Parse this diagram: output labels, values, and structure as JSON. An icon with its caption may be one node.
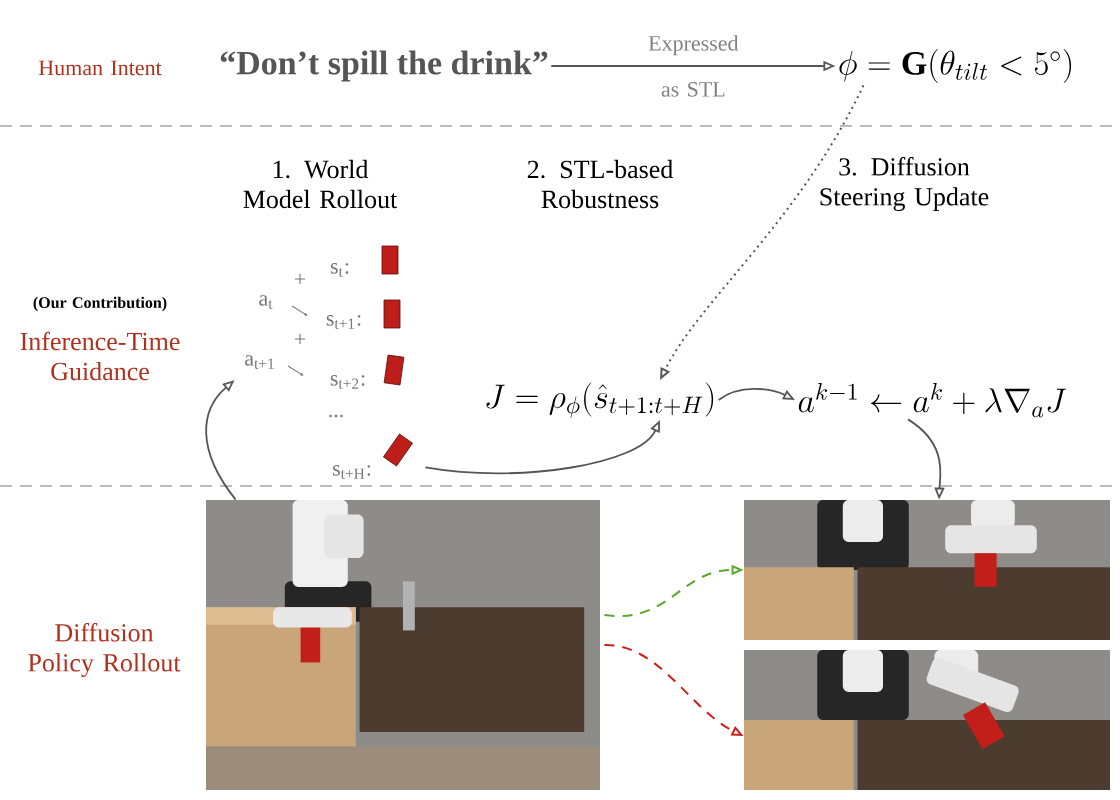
{
  "diagram": {
    "nodes": [
      {
        "text": [
          "“Don’t spill the drink”"
        ]
      },
      {
        "text": [
          "\\phi = \\mathbf{G}(\\theta_{tilt} < 5^{\\circ})"
        ]
      },
      {
        "text": [
          "s$_{t}$:",
          "+",
          "a$_{t}$",
          "s$_{t+1}$:",
          "+",
          "a$_{t+1}$",
          "s$_{t+2}$:",
          "...",
          "s$_{t+H}$:"
        ]
      },
      {
        "text": [
          "J = \\rho_{\\phi}(\\hat{s}_{t+1:t+H})"
        ]
      },
      {
        "text": [
          "a^{k-1} \\leftarrow a^{k} + \\lambda \\nabla_{a} J"
        ]
      },
      {
        "text": [],
        "shape": "picture"
      },
      {
        "text": [],
        "shape": "picture"
      },
      {
        "text": [],
        "shape": "picture"
      }
    ],
    "edges": [
      {
        "from": 0,
        "to": 1,
        "arrow": "to",
        "label": "Expressed as STL"
      },
      {
        "from": 1,
        "to": 3,
        "arrow": "to",
        "style": "dashed"
      },
      {
        "from": 2,
        "to": 3,
        "arrow": "to"
      },
      {
        "from": 3,
        "to": 4,
        "arrow": "to"
      },
      {
        "from": 4,
        "to": 6,
        "arrow": "to"
      },
      {
        "from": 5,
        "to": 2,
        "arrow": "to"
      },
      {
        "from": 5,
        "to": 6,
        "arrow": "to",
        "style": "dashed",
        "color": "#5ea62e"
      },
      {
        "from": 5,
        "to": 7,
        "arrow": "to",
        "style": "dashed",
        "color": "#cc1f1a"
      }
    ],
    "labels": [
      "Human Intent",
      "1. World Model Rollout",
      "2. STL-based Robustness",
      "3. Diffusion Steering Update",
      "(Our Contribution)",
      "Inference-Time Guidance",
      "Diffusion Policy Rollout"
    ]
  }
}
